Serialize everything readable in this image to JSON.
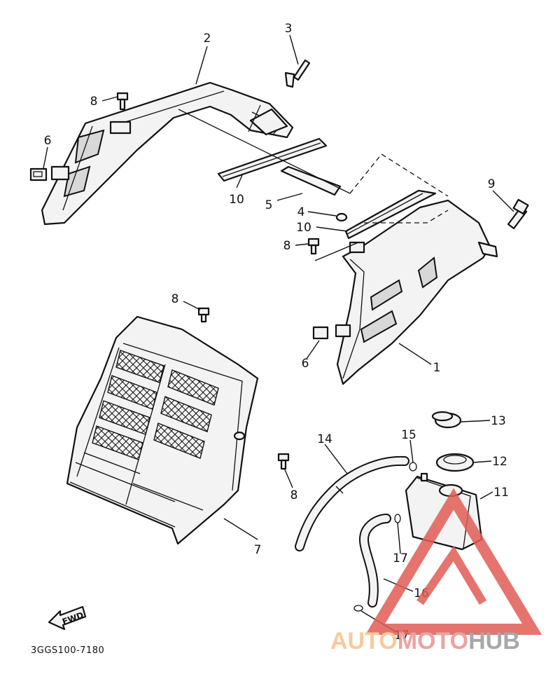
{
  "diagram": {
    "part_code": "3GGS100-7180",
    "fwd_label": "FWD",
    "callouts": [
      "2",
      "3",
      "8",
      "6",
      "10",
      "5",
      "4",
      "10",
      "8",
      "9",
      "1",
      "6",
      "8",
      "7",
      "8",
      "14",
      "15",
      "13",
      "12",
      "11",
      "17",
      "16",
      "17"
    ]
  },
  "watermark": {
    "part1": "AUTO",
    "part2": "MOTO",
    "part3": "HUB",
    "colors": {
      "auto": "#f7c18a",
      "moto": "#e8928f",
      "hub": "#9a9a9a",
      "triangle": "#e25c55"
    }
  }
}
